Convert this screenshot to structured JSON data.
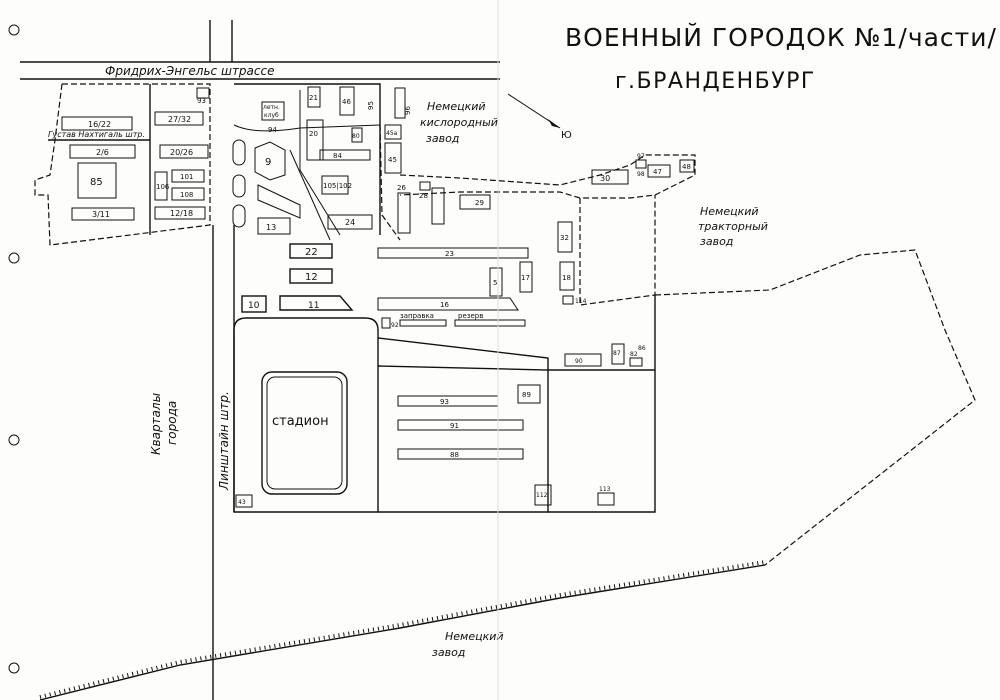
{
  "title_line1": "ВОЕННЫЙ ГОРОДОК №1/части/",
  "title_line2": "г.БРАНДЕНБУРГ",
  "streets": {
    "friedrich": "Фридрих-Энгельс штрассе",
    "gustav": "Густав Нахтигаль штр.",
    "linnstein": "Линштайн штр."
  },
  "areas": {
    "city_quarters_1": "Кварталы",
    "city_quarters_2": "города",
    "oxygen_1": "Немецкий",
    "oxygen_2": "кислородный",
    "oxygen_3": "завод",
    "tractor_1": "Немецкий",
    "tractor_2": "тракторный",
    "tractor_3": "завод",
    "factory_1": "Немецкий",
    "factory_2": "завод"
  },
  "compass_label": "Ю",
  "stadium_label": "стадион",
  "club_label_1": "летн.",
  "club_label_2": "клуб",
  "fuel_label": "заправка",
  "reserve_label": "резерв",
  "buildings": {
    "b93": "93",
    "b16_22": "16/22",
    "b27_32": "27/32",
    "b2_6": "2/6",
    "b20_26": "20/26",
    "b85": "85",
    "b106": "106",
    "b101": "101",
    "b108": "108",
    "b12_18": "12/18",
    "b3_11": "3/11",
    "b94": "94",
    "b21": "21",
    "b46": "46",
    "b95": "95",
    "b96": "96",
    "b20": "20",
    "b80": "80",
    "b9": "9",
    "b84": "84",
    "b105_102": "105|102",
    "b13": "13",
    "b24": "24",
    "b45": "45",
    "b45a": "45а",
    "b26": "26",
    "b28": "28",
    "b29": "29",
    "b30": "30",
    "b97": "97",
    "b98": "98",
    "b47": "47",
    "b48": "48",
    "b22": "22",
    "b12": "12",
    "b23": "23",
    "b32": "32",
    "b5": "5",
    "b17": "17",
    "b18": "18",
    "b114": "114",
    "b10": "10",
    "b11": "11",
    "b16": "16",
    "b92": "92",
    "b90": "90",
    "b87": "87",
    "b86": "86",
    "b82": "82",
    "b89": "89",
    "b93b": "93",
    "b91": "91",
    "b88": "88",
    "b43": "43",
    "b112": "112",
    "b113": "113"
  }
}
